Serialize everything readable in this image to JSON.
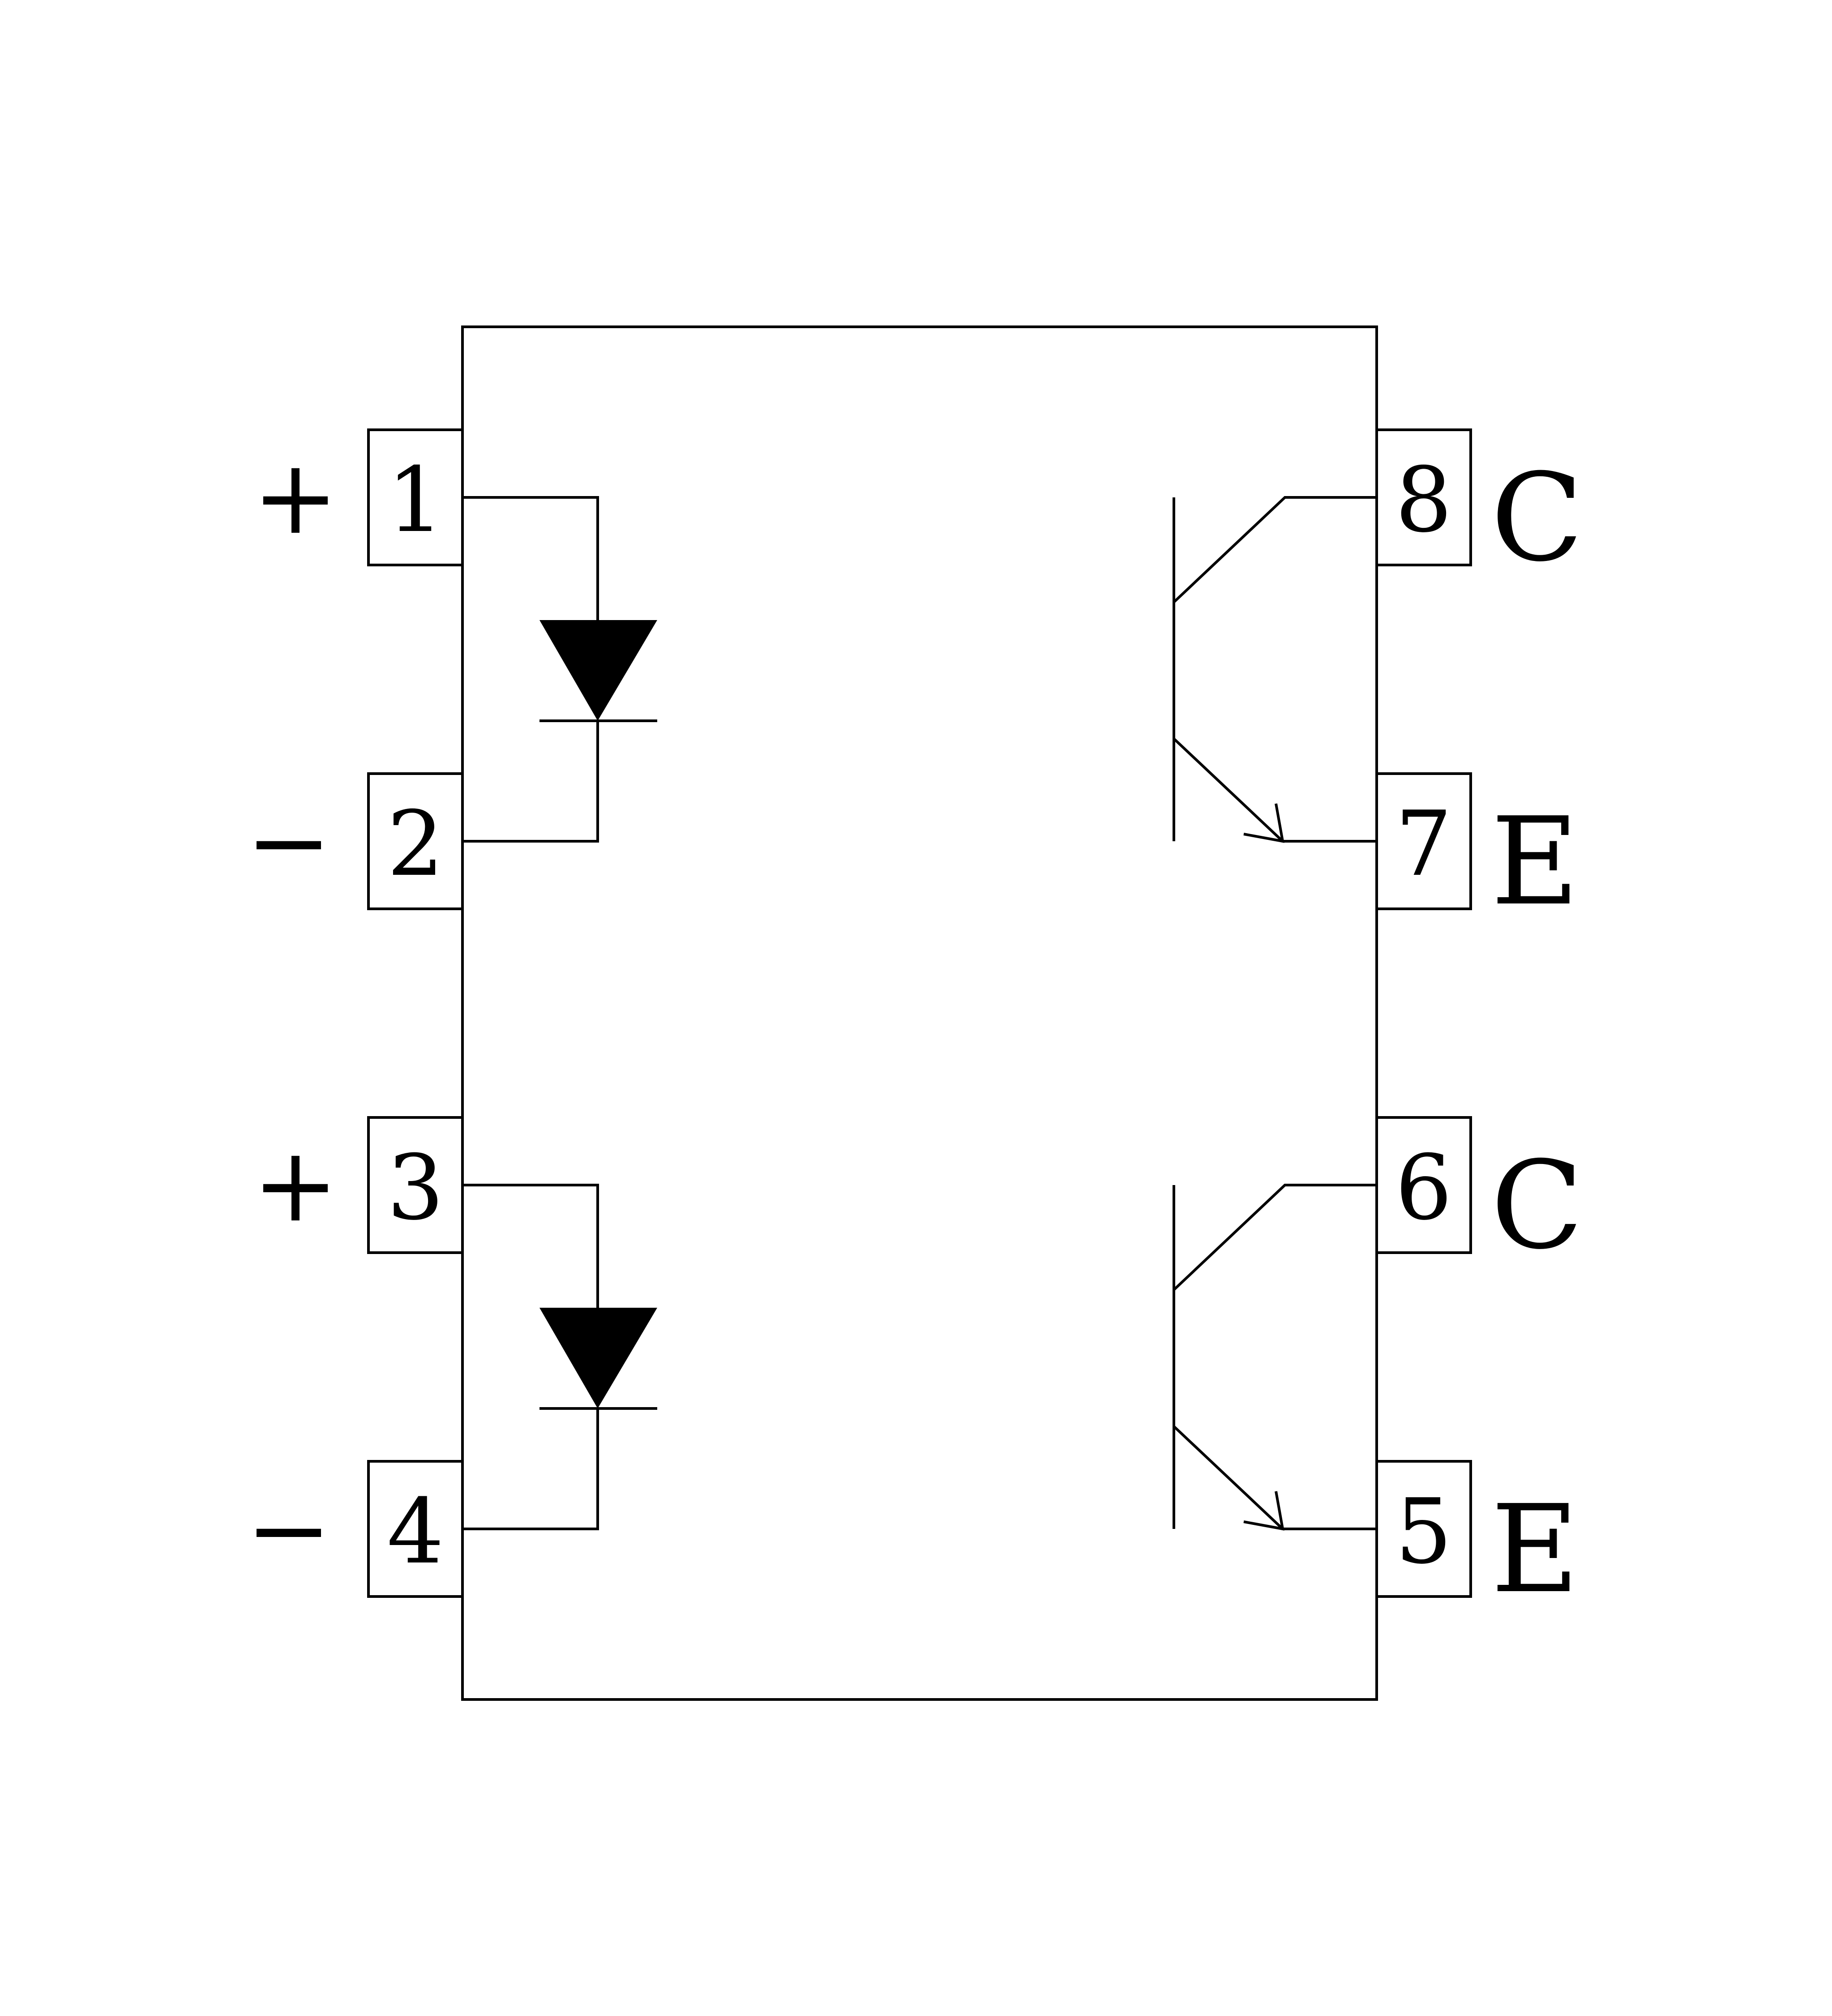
{
  "pins": [
    {
      "number": "1",
      "polarity": "+",
      "function": ""
    },
    {
      "number": "2",
      "polarity": "−",
      "function": ""
    },
    {
      "number": "3",
      "polarity": "+",
      "function": ""
    },
    {
      "number": "4",
      "polarity": "−",
      "function": ""
    },
    {
      "number": "5",
      "polarity": "",
      "function": "E"
    },
    {
      "number": "6",
      "polarity": "",
      "function": "C"
    },
    {
      "number": "7",
      "polarity": "",
      "function": "E"
    },
    {
      "number": "8",
      "polarity": "",
      "function": "C"
    }
  ],
  "colors": {
    "line": "#000000",
    "background": "#ffffff"
  }
}
